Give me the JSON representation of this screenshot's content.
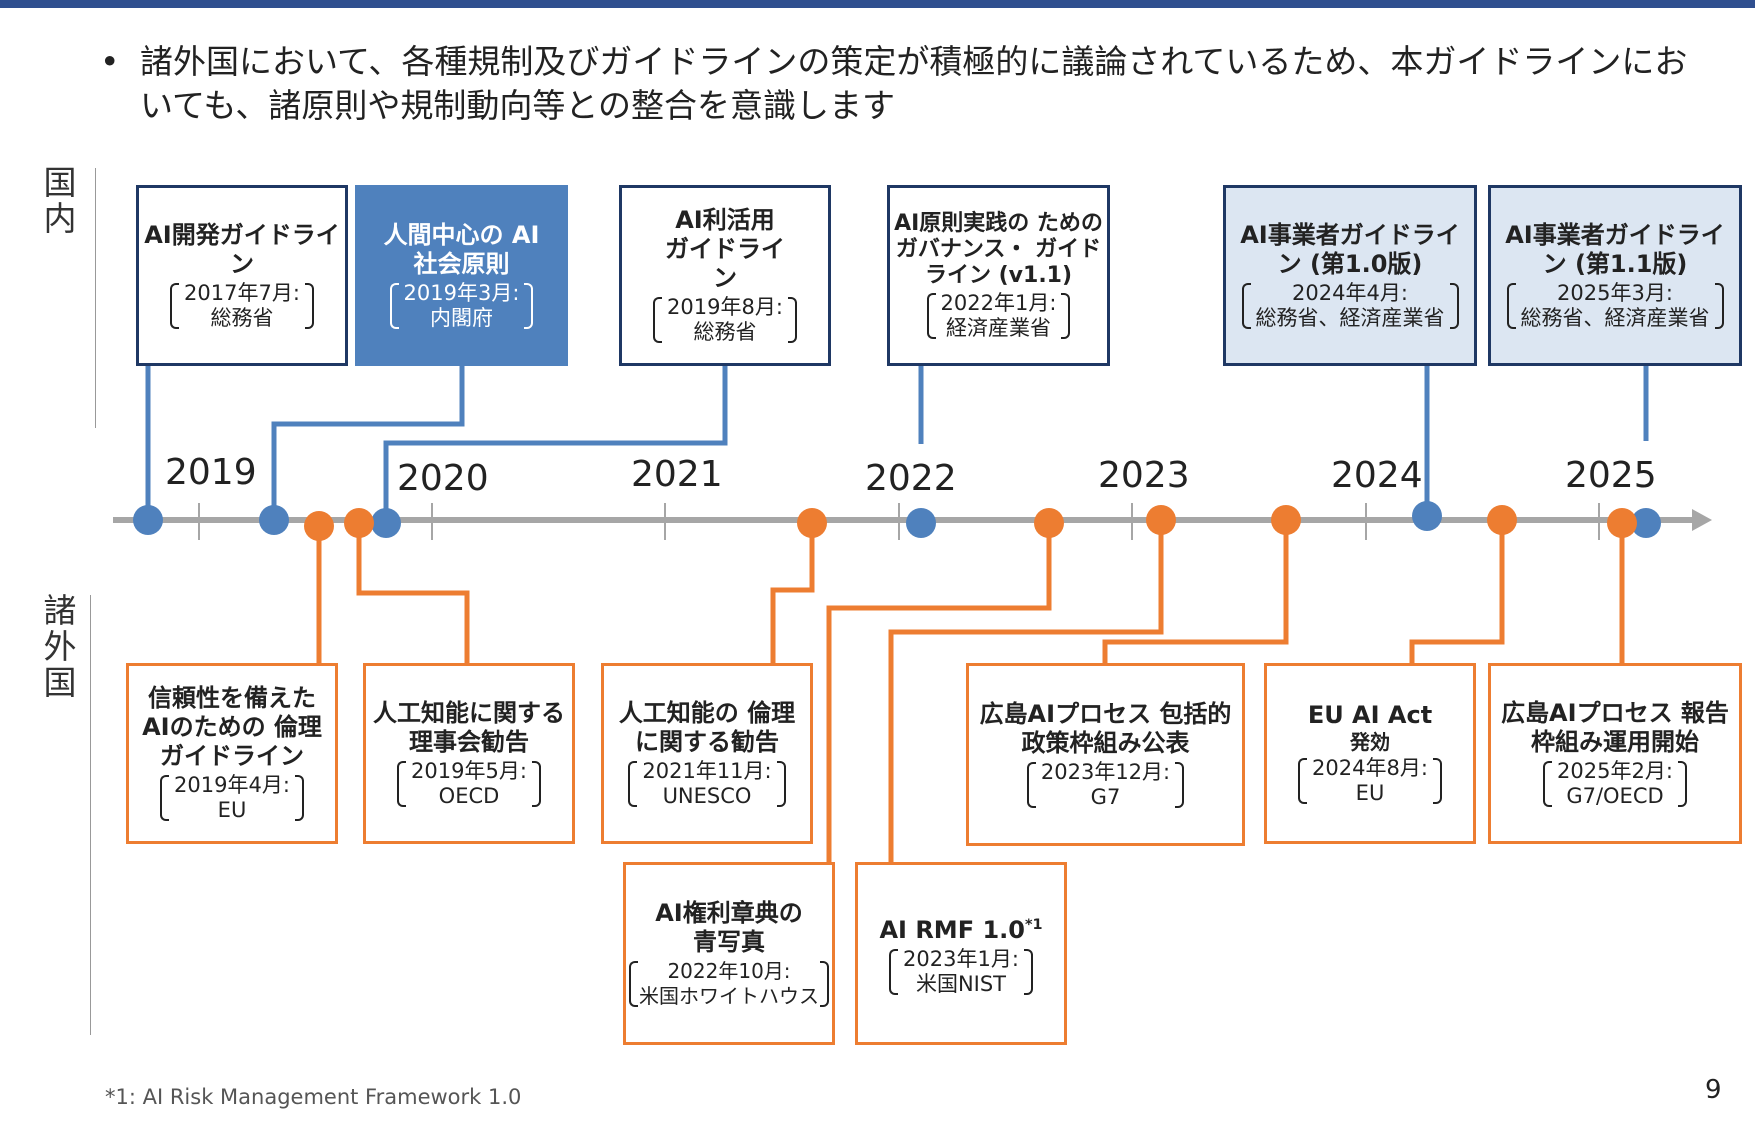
{
  "header": {
    "bullet": "•",
    "text": "諸外国において、各種規制及びガイドラインの策定が積極的に議論されているため、本ガイドラインにおいても、諸原則や規制動向等との整合を意識します"
  },
  "labels": {
    "domestic": "国内",
    "foreign": "諸外国"
  },
  "colors": {
    "domestic_line": "#4f81bd",
    "foreign_line": "#ed7d31",
    "axis": "#a6a6a6",
    "box_border": "#1f3864",
    "top_bar": "#2f4f8f"
  },
  "timeline": {
    "years": [
      "2019",
      "2020",
      "2021",
      "2022",
      "2023",
      "2024",
      "2025"
    ]
  },
  "domestic_items": [
    {
      "title": "AI開発ガイドライン",
      "meta_line1": "2017年7月:",
      "meta_line2": "総務省"
    },
    {
      "title": "人間中心の AI社会原則",
      "meta_line1": "2019年3月:",
      "meta_line2": "内閣府"
    },
    {
      "title": "AI利活用 ガイドライン",
      "meta_line1": "2019年8月:",
      "meta_line2": "総務省"
    },
    {
      "title": "AI原則実践の ためのガバナンス・ ガイドライン (v1.1)",
      "meta_line1": "2022年1月:",
      "meta_line2": "経済産業省"
    },
    {
      "title": "AI事業者ガイドライン (第1.0版)",
      "meta_line1": "2024年4月:",
      "meta_line2": "総務省、経済産業省"
    },
    {
      "title": "AI事業者ガイドライン (第1.1版)",
      "meta_line1": "2025年3月:",
      "meta_line2": "総務省、経済産業省"
    }
  ],
  "foreign_items": [
    {
      "title": "信頼性を備えた AIのための 倫理ガイドライン",
      "meta_line1": "2019年4月:",
      "meta_line2": "EU"
    },
    {
      "title": "人工知能に関する 理事会勧告",
      "meta_line1": "2019年5月:",
      "meta_line2": "OECD"
    },
    {
      "title": "人工知能の 倫理に関する勧告",
      "meta_line1": "2021年11月:",
      "meta_line2": "UNESCO"
    },
    {
      "title": "AI権利章典の 青写真",
      "meta_line1": "2022年10月:",
      "meta_line2": "米国ホワイトハウス"
    },
    {
      "title": "AI RMF 1.0",
      "title_sup": "*1",
      "meta_line1": "2023年1月:",
      "meta_line2": "米国NIST"
    },
    {
      "title": "広島AIプロセス 包括的政策枠組み公表",
      "meta_line1": "2023年12月:",
      "meta_line2": "G7"
    },
    {
      "title": "EU AI Act",
      "title_sub": "発効",
      "meta_line1": "2024年8月:",
      "meta_line2": "EU"
    },
    {
      "title": "広島AIプロセス 報告枠組み運用開始",
      "meta_line1": "2025年2月:",
      "meta_line2": "G7/OECD"
    }
  ],
  "footnote": "*1: AI Risk Management Framework 1.0",
  "page_number": "9"
}
